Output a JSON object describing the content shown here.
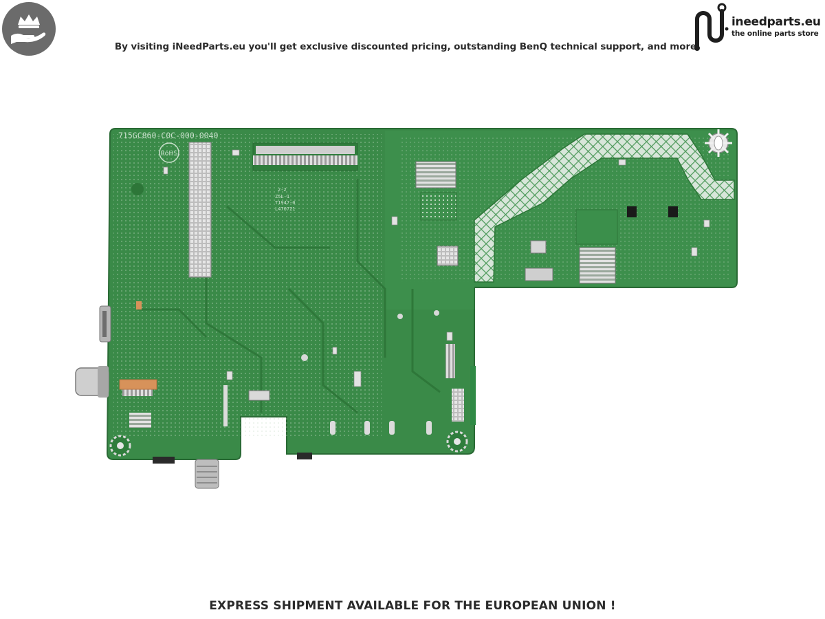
{
  "header": {
    "badge_icon": "crown-on-hand-icon",
    "tagline": "By visiting iNeedParts.eu you'll get exclusive discounted pricing, outstanding BenQ technical support, and more",
    "logo": {
      "icon": "ineedparts-logo-icon",
      "name": "ineedparts.eu",
      "subtitle": "the online parts store"
    }
  },
  "product_image": {
    "board_marking": "715GC860-C0C-000-0040",
    "rohs_mark": "RoHS",
    "chip_lines": [
      "2-2",
      "Z5L-1",
      "T1947-0",
      "L476721"
    ]
  },
  "footer": {
    "shipping_notice": "EXPRESS SHIPMENT AVAILABLE FOR THE EUROPEAN UNION !"
  },
  "colors": {
    "pcb_green": "#3a8a48",
    "pcb_dark": "#2d7638",
    "badge_gray": "#6b6b6b",
    "text_dark": "#2b2b2b",
    "metal": "#c9c9c9"
  }
}
